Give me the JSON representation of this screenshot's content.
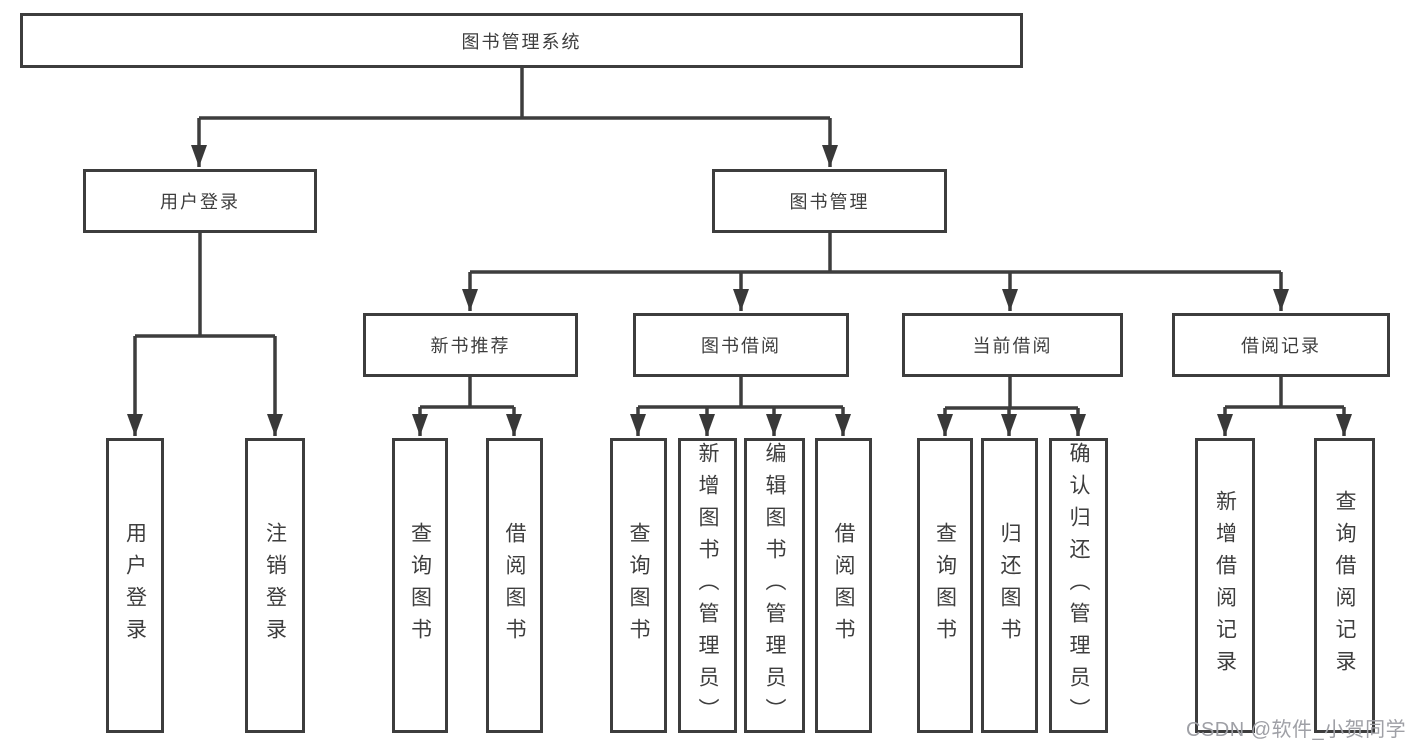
{
  "diagram": {
    "root": {
      "label": "图书管理系统"
    },
    "level2": [
      {
        "id": "user-login",
        "label": "用户登录",
        "parent": "图书管理系统"
      },
      {
        "id": "book-management",
        "label": "图书管理",
        "parent": "图书管理系统"
      }
    ],
    "level3": [
      {
        "id": "new-book-recommend",
        "label": "新书推荐",
        "parent": "图书管理"
      },
      {
        "id": "book-borrow",
        "label": "图书借阅",
        "parent": "图书管理"
      },
      {
        "id": "current-borrow",
        "label": "当前借阅",
        "parent": "图书管理"
      },
      {
        "id": "borrow-records",
        "label": "借阅记录",
        "parent": "图书管理"
      }
    ],
    "leaves": [
      {
        "label": "用户登录",
        "parent": "用户登录"
      },
      {
        "label": "注销登录",
        "parent": "用户登录"
      },
      {
        "label": "查询图书",
        "parent": "新书推荐"
      },
      {
        "label": "借阅图书",
        "parent": "新书推荐"
      },
      {
        "label": "查询图书",
        "parent": "图书借阅"
      },
      {
        "label": "新增图书（管理员）",
        "parent": "图书借阅"
      },
      {
        "label": "编辑图书（管理员）",
        "parent": "图书借阅"
      },
      {
        "label": "借阅图书",
        "parent": "图书借阅"
      },
      {
        "label": "查询图书",
        "parent": "当前借阅"
      },
      {
        "label": "归还图书",
        "parent": "当前借阅"
      },
      {
        "label": "确认归还（管理员）",
        "parent": "当前借阅"
      },
      {
        "label": "新增借阅记录",
        "parent": "借阅记录"
      },
      {
        "label": "查询借阅记录",
        "parent": "借阅记录"
      }
    ],
    "watermark": "CSDN @软件_小贺同学",
    "colors": {
      "line": "#3d3d3d",
      "text": "#3e3e3e",
      "arrow": "#383838",
      "box_background": "#ffffff",
      "page_background": "#ffffff",
      "watermark": "#9fa0a6"
    }
  }
}
